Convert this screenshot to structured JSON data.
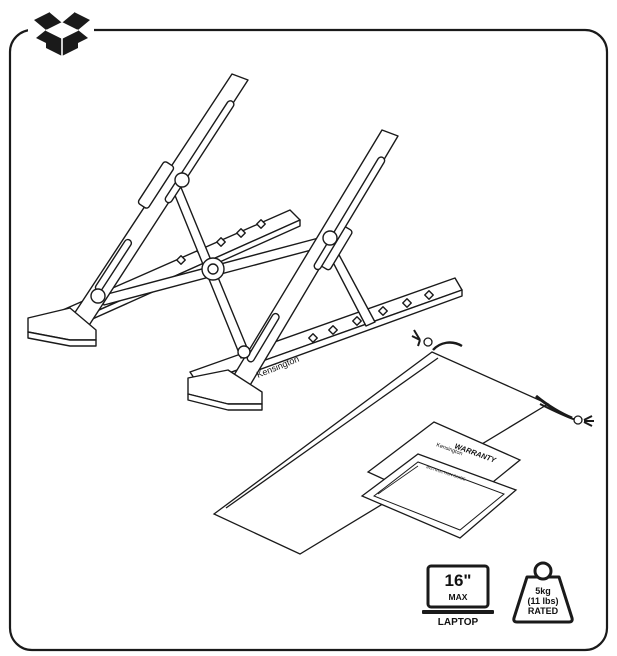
{
  "box_icon": "open-box-icon",
  "contents": {
    "stand_brand": "Kensington",
    "warranty_card": {
      "title": "WARRANTY",
      "brand": "Kensington"
    },
    "instruction_guide": {
      "title": "INSTRUCTION GUIDE"
    }
  },
  "badges": {
    "laptop": {
      "icon": "laptop-icon",
      "size": "16\"",
      "max_label": "MAX",
      "caption": "LAPTOP"
    },
    "weight": {
      "icon": "weight-icon",
      "line1": "5kg",
      "line2": "(11 lbs)",
      "line3": "RATED"
    }
  },
  "colors": {
    "stroke": "#1a1a1a",
    "background": "#ffffff"
  }
}
